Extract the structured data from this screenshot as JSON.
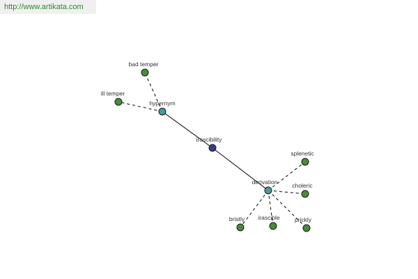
{
  "site": {
    "url": "http://www.artikata.com"
  },
  "colors": {
    "center": "#3c3c8c",
    "relation": "#4a9a9a",
    "leaf": "#4a8a3c"
  },
  "graph": {
    "nodes": [
      {
        "id": "irascibility",
        "label": "irascibility",
        "kind": "center"
      },
      {
        "id": "hypernym",
        "label": "hypernym",
        "kind": "relation"
      },
      {
        "id": "derivation",
        "label": "derivation",
        "kind": "relation"
      },
      {
        "id": "bad_temper",
        "label": "bad temper",
        "kind": "leaf"
      },
      {
        "id": "ill_temper",
        "label": "ill temper",
        "kind": "leaf"
      },
      {
        "id": "splenetic",
        "label": "splenetic",
        "kind": "leaf"
      },
      {
        "id": "choleric",
        "label": "choleric",
        "kind": "leaf"
      },
      {
        "id": "bristly",
        "label": "bristly",
        "kind": "leaf"
      },
      {
        "id": "irascible",
        "label": "irascible",
        "kind": "leaf"
      },
      {
        "id": "prickly",
        "label": "prickly",
        "kind": "leaf"
      }
    ],
    "edges": [
      {
        "from": "irascibility",
        "to": "hypernym",
        "style": "solid"
      },
      {
        "from": "irascibility",
        "to": "derivation",
        "style": "solid"
      },
      {
        "from": "hypernym",
        "to": "bad_temper",
        "style": "dashed"
      },
      {
        "from": "hypernym",
        "to": "ill_temper",
        "style": "dashed"
      },
      {
        "from": "derivation",
        "to": "splenetic",
        "style": "dashed"
      },
      {
        "from": "derivation",
        "to": "choleric",
        "style": "dashed"
      },
      {
        "from": "derivation",
        "to": "bristly",
        "style": "dashed"
      },
      {
        "from": "derivation",
        "to": "irascible",
        "style": "dashed"
      },
      {
        "from": "derivation",
        "to": "prickly",
        "style": "dashed"
      }
    ]
  }
}
